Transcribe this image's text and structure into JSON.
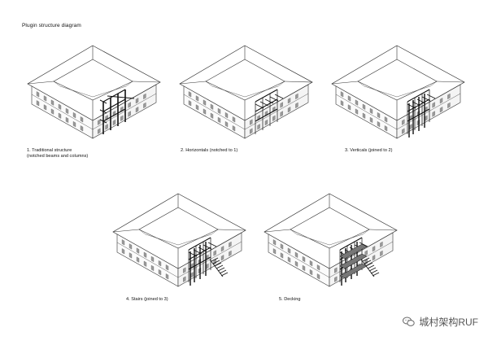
{
  "title": "Plugin structure diagram",
  "panels": [
    {
      "caption_lines": [
        "1. Traditional structure",
        "(notched beams and columns)"
      ],
      "stage": "traditional"
    },
    {
      "caption_lines": [
        "2. Horizontals (notched to 1)"
      ],
      "stage": "horizontals"
    },
    {
      "caption_lines": [
        "3. Verticals (joined to 2)"
      ],
      "stage": "verticals"
    },
    {
      "caption_lines": [
        "4. Stairs (joined to 3)"
      ],
      "stage": "stairs"
    },
    {
      "caption_lines": [
        "5. Decking"
      ],
      "stage": "decking"
    }
  ],
  "watermark": {
    "text": "城村架构RUF",
    "icon": "wechat-icon"
  }
}
